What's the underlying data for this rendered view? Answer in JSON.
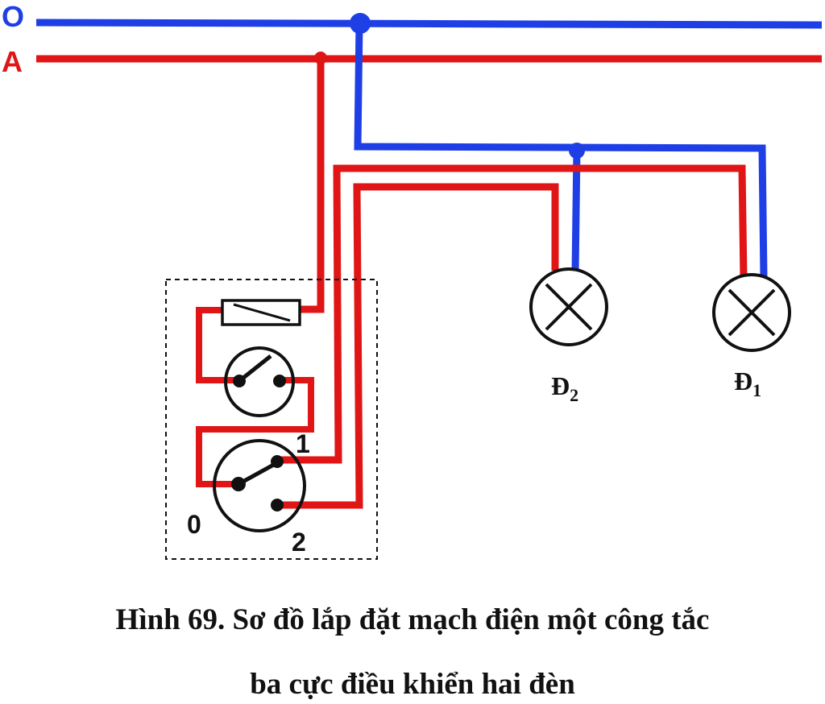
{
  "lines": {
    "neutral_label": "O",
    "phase_label": "A",
    "neutral_color": "#1f3fe6",
    "phase_color": "#e01515"
  },
  "switch": {
    "terminal_0": "0",
    "terminal_1": "1",
    "terminal_2": "2"
  },
  "lamps": {
    "lamp2_letter": "Đ",
    "lamp2_sub": "2",
    "lamp1_letter": "Đ",
    "lamp1_sub": "1"
  },
  "caption": {
    "line1": "Hình 69. Sơ đồ lắp đặt mạch điện một công tắc",
    "line2": "ba cực điều khiển hai đèn"
  }
}
